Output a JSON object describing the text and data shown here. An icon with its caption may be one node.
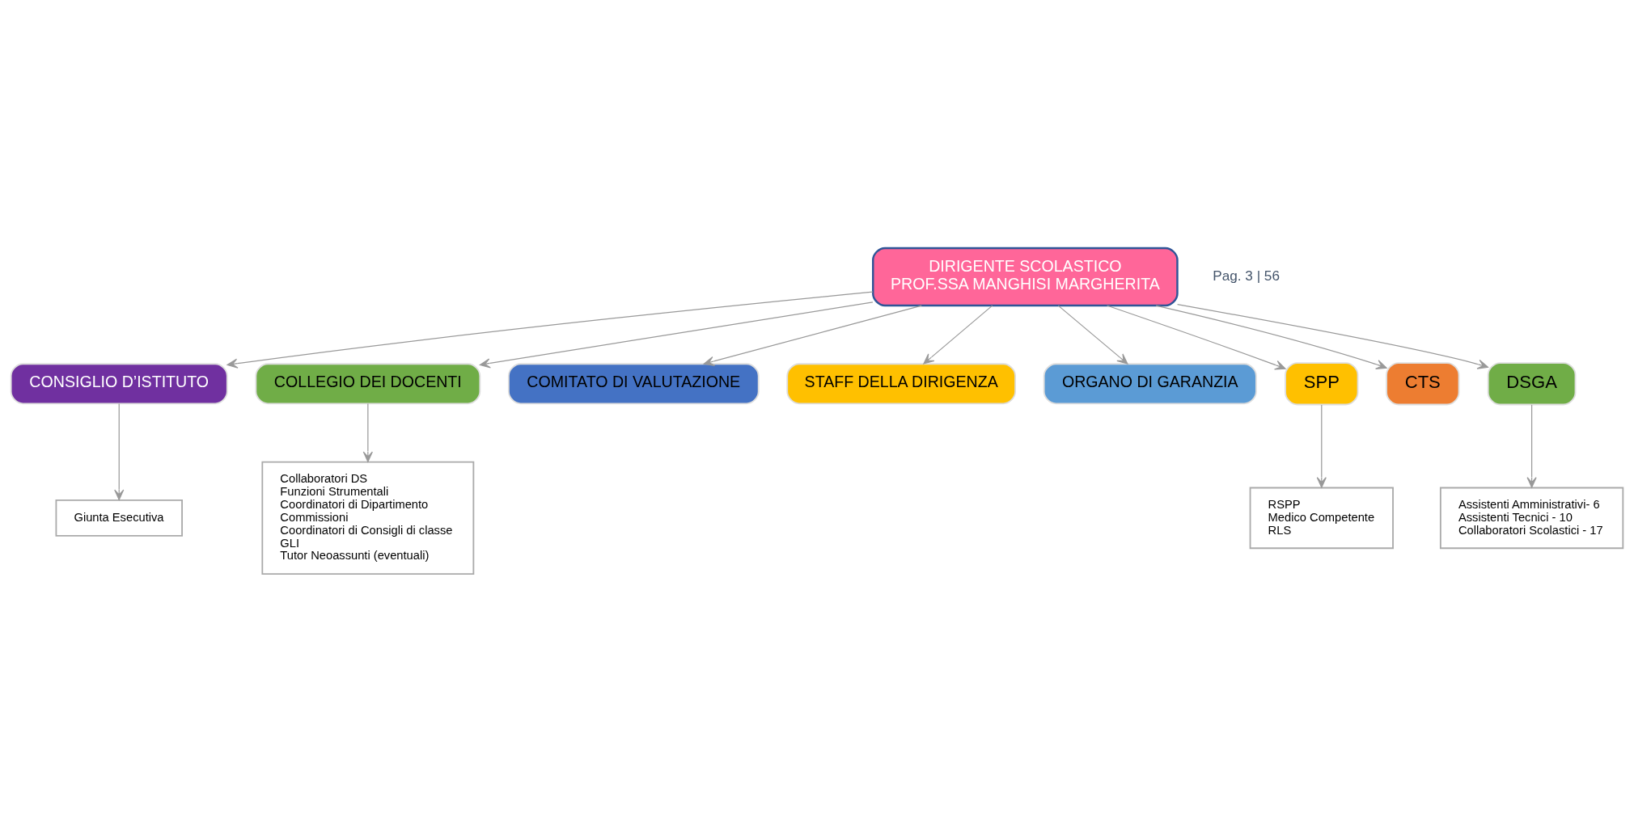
{
  "diagram": {
    "nodes": [
      {
        "text": [
          "DIRIGENTE SCOLASTICO",
          "PROF.SSA MANGHISI MARGHERITA"
        ]
      },
      {
        "text": [
          "CONSIGLIO D’ISTITUTO"
        ]
      },
      {
        "text": [
          "Giunta Esecutiva"
        ]
      },
      {
        "text": [
          "COLLEGIO DEI DOCENTI"
        ]
      },
      {
        "text": [
          "Collaboratori DS",
          "Funzioni Strumentali",
          "Coordinatori di Dipartimento",
          "Commissioni",
          "Coordinatori di Consigli di classe",
          "GLI",
          "Tutor Neoassunti (eventuali)"
        ]
      },
      {
        "text": [
          "COMITATO DI VALUTAZIONE"
        ]
      },
      {
        "text": [
          "STAFF DELLA DIRIGENZA"
        ]
      },
      {
        "text": [
          "ORGANO DI GARANZIA"
        ]
      },
      {
        "text": [
          "SPP"
        ]
      },
      {
        "text": [
          "RSPP",
          "Medico Competente",
          "RLS"
        ]
      },
      {
        "text": [
          "CTS"
        ]
      },
      {
        "text": [
          "DSGA"
        ]
      },
      {
        "text": [
          "Assistenti Amministrativi- 6",
          "Assistenti Tecnici - 10",
          "Collaboratori Scolastici - 17"
        ]
      }
    ],
    "edges": [
      {
        "from": 0,
        "to": 1,
        "arrow": "to"
      },
      {
        "from": 1,
        "to": 2,
        "arrow": "to"
      },
      {
        "from": 0,
        "to": 3,
        "arrow": "to"
      },
      {
        "from": 3,
        "to": 4,
        "arrow": "to"
      },
      {
        "from": 0,
        "to": 5,
        "arrow": "to"
      },
      {
        "from": 0,
        "to": 6,
        "arrow": "to"
      },
      {
        "from": 0,
        "to": 7,
        "arrow": "to"
      },
      {
        "from": 0,
        "to": 8,
        "arrow": "to"
      },
      {
        "from": 8,
        "to": 9,
        "arrow": "to"
      },
      {
        "from": 0,
        "to": 10,
        "arrow": "to"
      },
      {
        "from": 0,
        "to": 11,
        "arrow": "to"
      },
      {
        "from": 11,
        "to": 12,
        "arrow": "to"
      }
    ],
    "labels": [
      "Pag. 3 | 56"
    ]
  }
}
